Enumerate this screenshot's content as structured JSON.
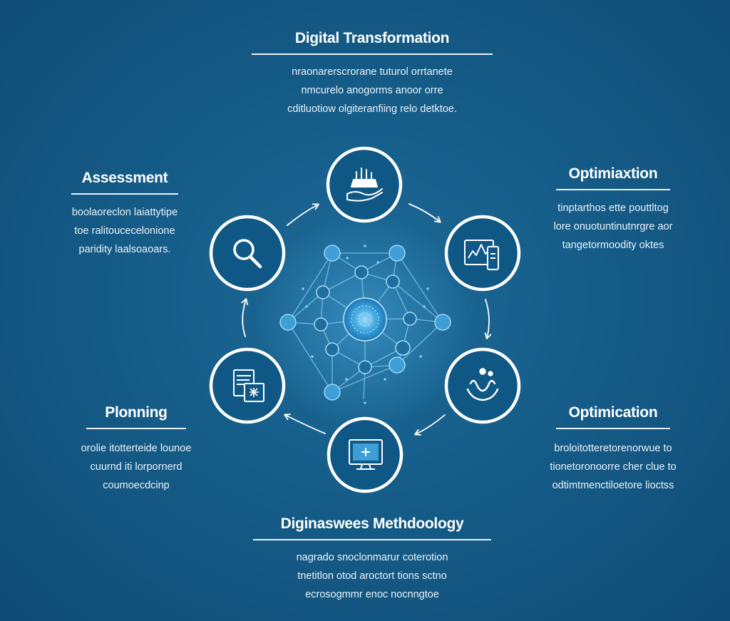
{
  "header": {
    "title": "Digital Transformation",
    "lines": [
      "nraonarerscrorane tuturol orrtanete",
      "nmcurelo anogorms anoor orre",
      "cditluotiow olgiteranfiing relo detktoe."
    ]
  },
  "footer": {
    "title": "Diginaswees Methdoology",
    "lines": [
      "nagrado snoclonmarur coterotion",
      "tnetitlon otod aroctort tions sctno",
      "ecrosogmmr enoc nocnngtoe"
    ]
  },
  "stages": [
    {
      "id": "assessment",
      "title": "Assessment",
      "icon": "magnifier-icon",
      "lines": [
        "boolaoreclon laiattytipe",
        "toe ralitoucecelonione",
        "paridity laalsoaoars."
      ]
    },
    {
      "id": "optimization-top",
      "title": "Optimiaxtion",
      "icon": "chart-monitor-icon",
      "lines": [
        "tinptarthos ette pouttltog",
        "lore onuotuntinutnrgre aor",
        "tangetormoodity oktes"
      ]
    },
    {
      "id": "optimization-bottom",
      "title": "Optimication",
      "icon": "hands-icon",
      "lines": [
        "broloitotteretorenorwue to",
        "tionetoronoorre cher clue to",
        "odtimtmenctiloetore lioctss"
      ]
    },
    {
      "id": "planning",
      "title": "Plonning",
      "icon": "documents-icon",
      "lines": [
        "orolie itotterteide lounoe",
        "cuurnd iti lorpornerd",
        "coumoecdcinp"
      ]
    }
  ],
  "nodes": [
    {
      "name": "stage-node-top",
      "icon": "handshake-icon"
    },
    {
      "name": "stage-node-upper-right",
      "icon": "chart-monitor-icon"
    },
    {
      "name": "stage-node-lower-right",
      "icon": "hands-icon"
    },
    {
      "name": "stage-node-bottom",
      "icon": "computer-monitor-icon"
    },
    {
      "name": "stage-node-lower-left",
      "icon": "documents-icon"
    },
    {
      "name": "stage-node-upper-left",
      "icon": "magnifier-icon"
    }
  ],
  "colors": {
    "background": "#155c88",
    "background_dark": "#0f4c75",
    "node_fill": "#0f5886",
    "ring": "#ffffff",
    "network": "#7cc4ec",
    "network_glow": "#4fb3e8"
  }
}
